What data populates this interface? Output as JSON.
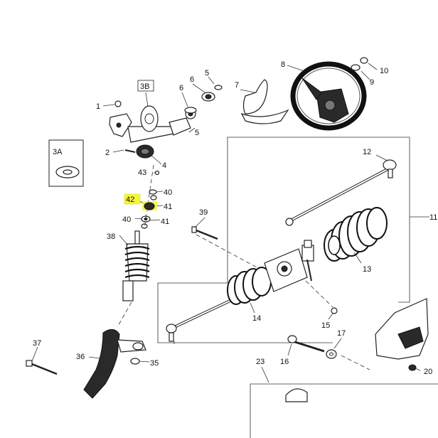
{
  "callouts": {
    "c1": "1",
    "c2": "2",
    "c3A": "3A",
    "c3B": "3B",
    "c4": "4",
    "c5a": "5",
    "c5b": "5",
    "c6a": "6",
    "c6b": "6",
    "c7": "7",
    "c8": "8",
    "c9": "9",
    "c10": "10",
    "c11": "11",
    "c12": "12",
    "c13": "13",
    "c14": "14",
    "c15": "15",
    "c16": "16",
    "c17": "17",
    "c20": "20",
    "c23": "23",
    "c35": "35",
    "c36": "36",
    "c37": "37",
    "c38": "38",
    "c39": "39",
    "c40a": "40",
    "c40b": "40",
    "c41a": "41",
    "c41b": "41",
    "c42": "42",
    "c43": "43"
  },
  "highlight": {
    "color": "#f5f53a",
    "part": "42"
  }
}
